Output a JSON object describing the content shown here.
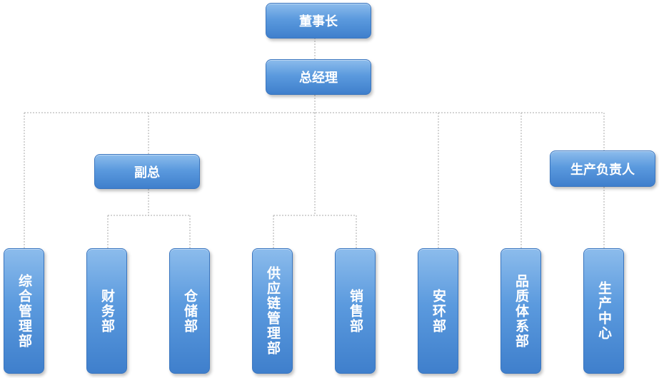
{
  "org_chart": {
    "chairman": "董事长",
    "general_manager": "总经理",
    "vice_president": "副总",
    "production_head": "生产负责人",
    "departments": {
      "admin": "综合管理部",
      "finance": "财务部",
      "warehouse": "仓储部",
      "supply_chain": "供应链管理部",
      "sales": "销售部",
      "safety": "安环部",
      "quality": "品质体系部",
      "production_center": "生产中心"
    }
  }
}
